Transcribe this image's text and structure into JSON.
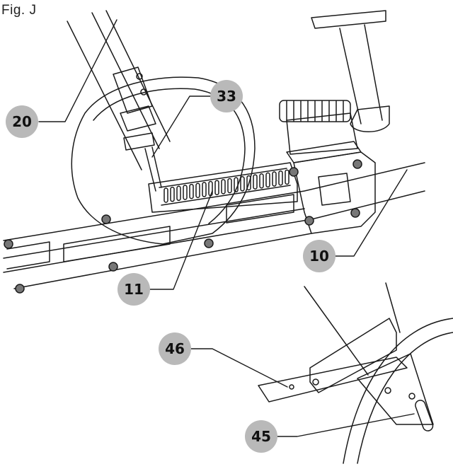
{
  "figure": {
    "title": "Fig. J"
  },
  "callouts": [
    {
      "id": "c20",
      "label": "20"
    },
    {
      "id": "c33",
      "label": "33"
    },
    {
      "id": "c10",
      "label": "10"
    },
    {
      "id": "c11",
      "label": "11"
    },
    {
      "id": "c46",
      "label": "46"
    },
    {
      "id": "c45",
      "label": "45"
    }
  ],
  "colors": {
    "line": "#1a1a1a",
    "callout_fill": "#b9b9b9",
    "background": "#ffffff"
  }
}
